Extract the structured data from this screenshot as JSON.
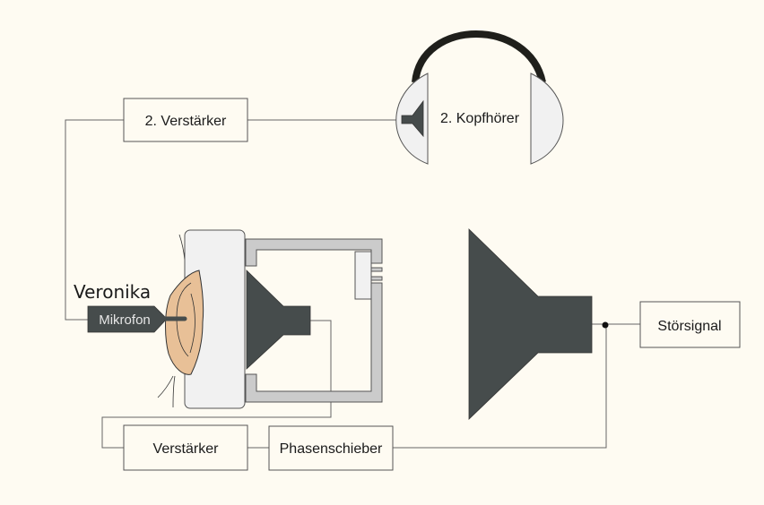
{
  "diagram": {
    "type": "active noise cancellation setup",
    "labels": {
      "amplifier_2": "2. Verstärker",
      "headphones_2": "2. Kopfhörer",
      "person": "Veronika",
      "microphone": "Mikrofon",
      "amplifier": "Verstärker",
      "phase_shifter": "Phasenschieber",
      "noise_signal": "Störsignal"
    },
    "colors": {
      "background": "#fefbf2",
      "speaker": "#464c4c",
      "ear": "#e8c097",
      "cup": "#f1f1f1",
      "frame": "#cbcbcb",
      "headband": "#1f1f1b"
    },
    "connections": [
      {
        "from": "Mikrofon",
        "to": "2. Verstärker"
      },
      {
        "from": "2. Verstärker",
        "to": "2. Kopfhörer"
      },
      {
        "from": "Störsignal",
        "to": "noise-speaker"
      },
      {
        "from": "Störsignal",
        "to": "Phasenschieber"
      },
      {
        "from": "Phasenschieber",
        "to": "Verstärker"
      },
      {
        "from": "Verstärker",
        "to": "ear-cup-speaker"
      }
    ]
  }
}
